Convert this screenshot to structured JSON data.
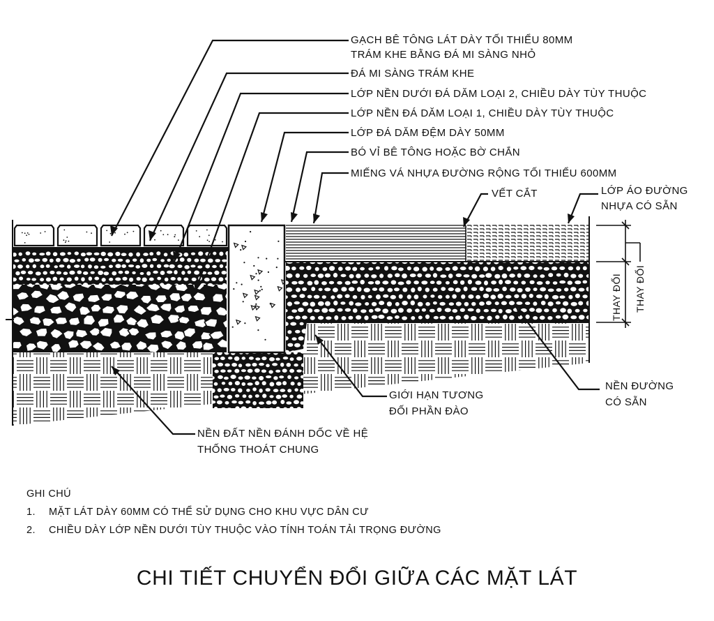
{
  "labels": {
    "paver_line1": "GẠCH BÊ TÔNG LÁT DÀY TỐI THIỂU 80MM",
    "paver_line2": "TRÁM KHE BẰNG ĐÁ MI SÀNG NHỎ",
    "joint_fill": "ĐÁ MI SÀNG TRÁM KHE",
    "subbase_2": "LỚP NỀN DƯỚI ĐÁ DĂM LOẠI 2, CHIỀU DÀY TÙY THUỘC",
    "base_1": "LỚP NỀN ĐÁ DĂM LOẠI 1, CHIỀU DÀY TÙY THUỘC",
    "bedding": "LỚP ĐÁ DĂM ĐỆM DÀY 50MM",
    "edge_restraint": "BÓ VỈ BÊ TÔNG HOẶC BỜ CHẮN",
    "asphalt_patch": "MIẾNG VÁ NHỰA ĐƯỜNG RỘNG TỐI THIỂU 600MM",
    "saw_cut": "VẾT CẮT",
    "existing_surface_line1": "LỚP ÁO ĐƯỜNG",
    "existing_surface_line2": "NHỰA CÓ SẴN",
    "varies_1": "THAY ĐỔI",
    "varies_2": "THAY ĐỔI",
    "excavation_line1": "GIỚI HẠN TƯƠNG",
    "excavation_line2": "ĐỐI PHẦN ĐÀO",
    "existing_base_line1": "NỀN ĐƯỜNG",
    "existing_base_line2": "CÓ SẴN",
    "subgrade_line1": "NỀN ĐẤT NỀN ĐÁNH DỐC VỀ HỆ",
    "subgrade_line2": "THỐNG THOÁT CHUNG"
  },
  "notes": {
    "heading": "GHI CHÚ",
    "items": [
      {
        "num": "1.",
        "text": "MẶT LÁT DÀY 60MM CÓ THỂ SỬ DỤNG CHO KHU VỰC DÂN CƯ"
      },
      {
        "num": "2.",
        "text": "CHIỀU DÀY LỚP NỀN DƯỚI TÙY THUỘC VÀO TÍNH TOÁN TẢI TRỌNG ĐƯỜNG"
      }
    ]
  },
  "title": "CHI TIẾT CHUYỂN ĐỔI GIỮA CÁC MẶT LÁT",
  "colors": {
    "ink": "#111111",
    "background": "#ffffff"
  }
}
